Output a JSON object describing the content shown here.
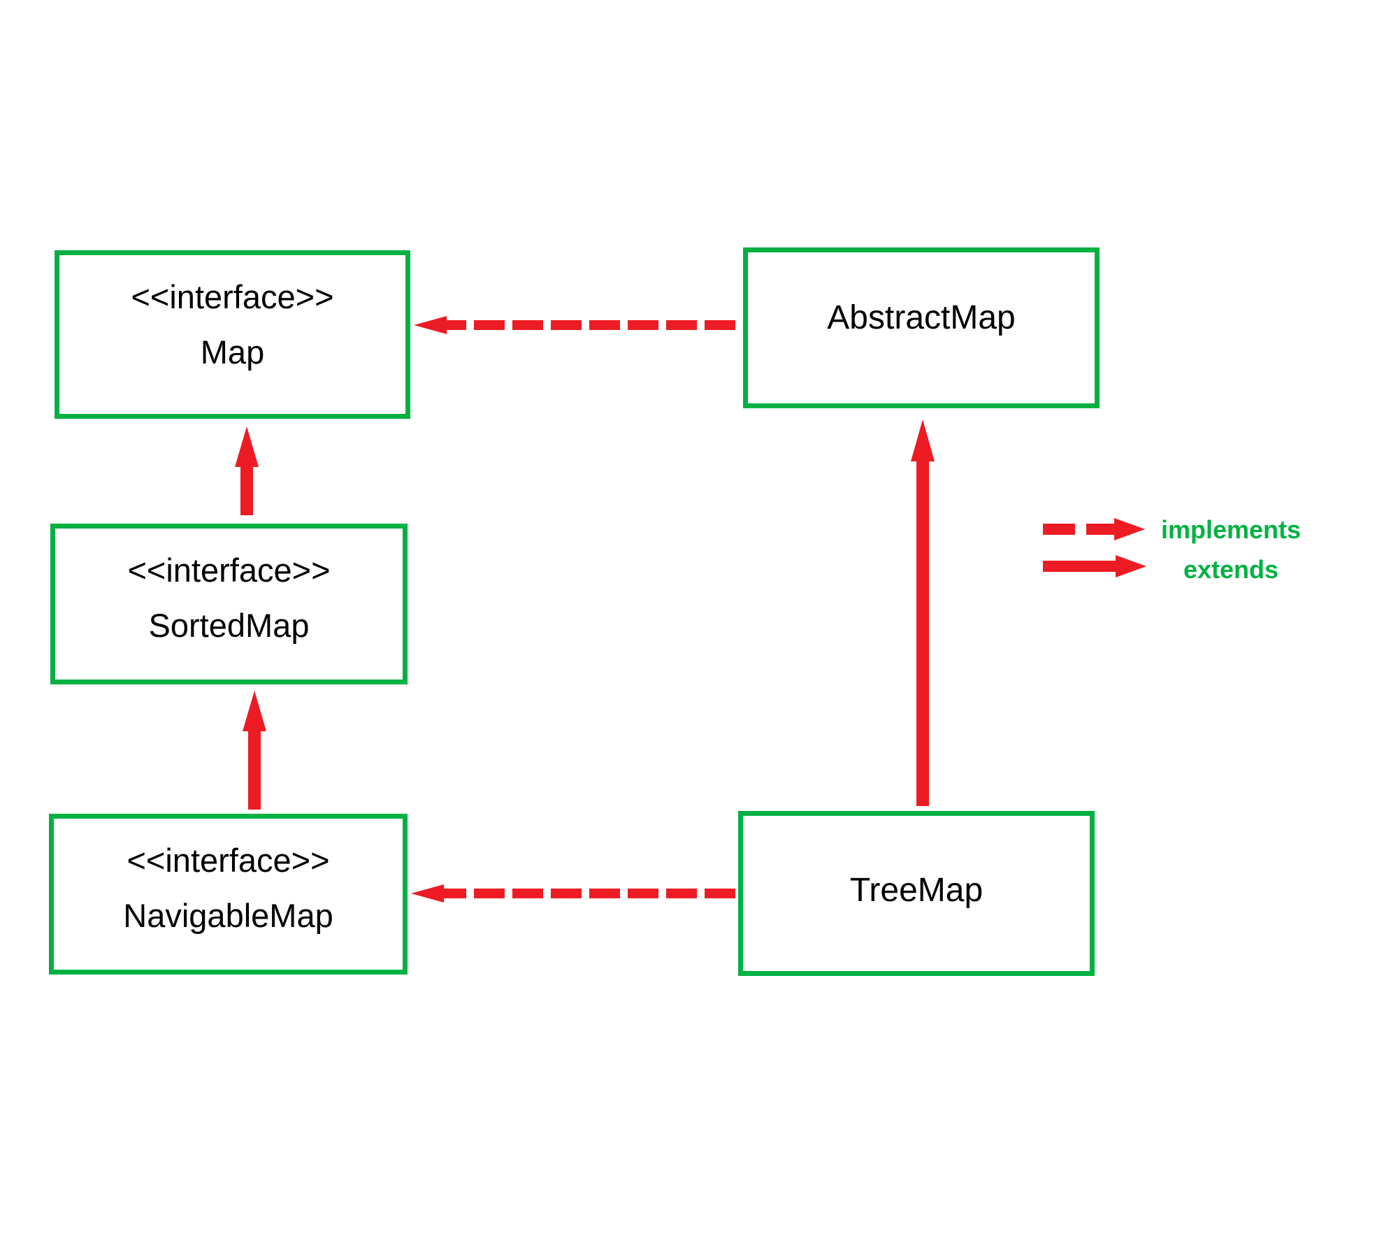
{
  "diagram": {
    "type": "uml-class-diagram",
    "subject": "Java Map hierarchy",
    "nodes": [
      {
        "id": "map",
        "stereotype": "<<interface>>",
        "name": "Map"
      },
      {
        "id": "abstractmap",
        "stereotype": "",
        "name": "AbstractMap"
      },
      {
        "id": "sortedmap",
        "stereotype": "<<interface>>",
        "name": "SortedMap"
      },
      {
        "id": "navigablemap",
        "stereotype": "<<interface>>",
        "name": "NavigableMap"
      },
      {
        "id": "treemap",
        "stereotype": "",
        "name": "TreeMap"
      }
    ],
    "edges": [
      {
        "from": "AbstractMap",
        "to": "Map",
        "relation": "implements",
        "style": "dashed-red-arrow"
      },
      {
        "from": "SortedMap",
        "to": "Map",
        "relation": "extends",
        "style": "solid-red-arrow"
      },
      {
        "from": "NavigableMap",
        "to": "SortedMap",
        "relation": "extends",
        "style": "solid-red-arrow"
      },
      {
        "from": "TreeMap",
        "to": "AbstractMap",
        "relation": "extends",
        "style": "solid-red-arrow"
      },
      {
        "from": "TreeMap",
        "to": "NavigableMap",
        "relation": "implements",
        "style": "dashed-red-arrow"
      }
    ],
    "legend": {
      "implements_label": "implements",
      "extends_label": "extends"
    },
    "colors": {
      "box_border": "#00b142",
      "arrow_red": "#ed1c24",
      "legend_text_green": "#00b142",
      "node_text": "#000000",
      "background": "#ffffff"
    }
  }
}
